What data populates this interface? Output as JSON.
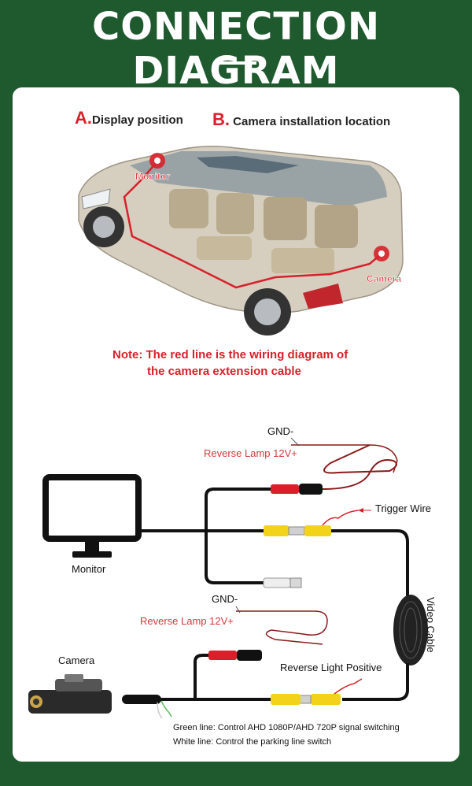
{
  "header": {
    "title": "CONNECTION DIAGRAM"
  },
  "positions": {
    "a_letter": "A.",
    "a_text": "Display position",
    "b_letter": "B.",
    "b_text": "Camera installation location"
  },
  "car": {
    "monitor_tag": "Monitor",
    "camera_tag": "Camera"
  },
  "note": {
    "line1": "Note: The red line is the wiring diagram of",
    "line2": "the camera extension cable"
  },
  "wiring": {
    "gnd_top": "GND-",
    "reverse_lamp_top": "Reverse Lamp 12V+",
    "trigger_wire": "Trigger Wire",
    "monitor_label": "Monitor",
    "gnd_mid": "GND-",
    "reverse_lamp_mid": "Reverse Lamp 12V+",
    "video_cable": "Video Cable",
    "camera_label": "Camera",
    "reverse_light_positive": "Reverse Light Positive",
    "green_line_prefix": "Green line:",
    "green_line_text": "Control AHD 1080P/AHD 720P signal switching",
    "white_line_prefix": "White line:",
    "white_line_text": "Control the parking line switch"
  },
  "colors": {
    "background": "#1f5a2f",
    "card": "#ffffff",
    "accent_red": "#d9202a",
    "rca_yellow": "#f3d21a"
  }
}
